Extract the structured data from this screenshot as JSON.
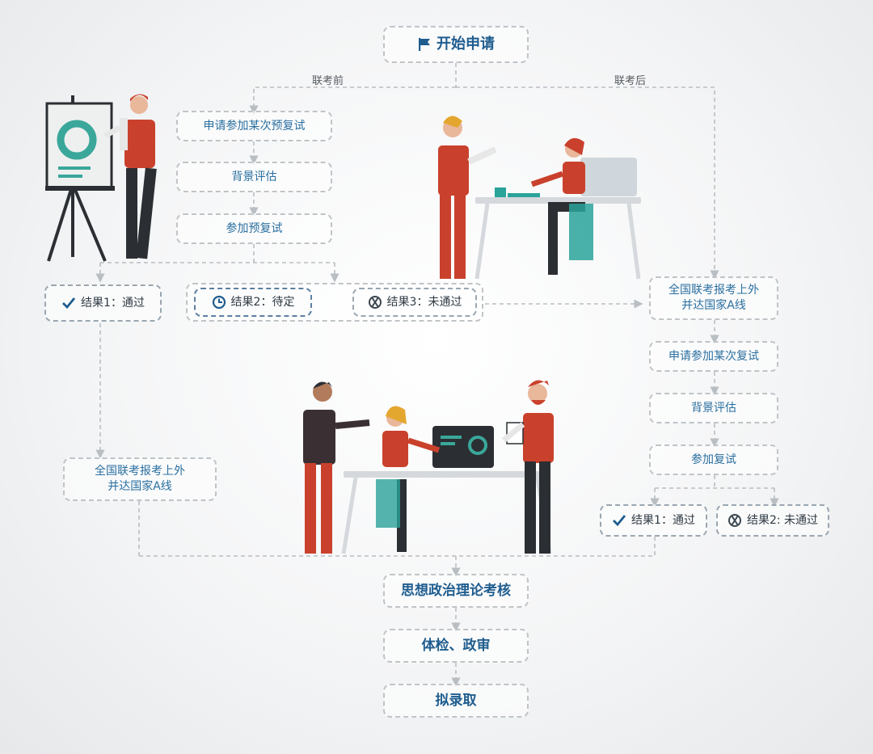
{
  "start": {
    "label": "开始申请",
    "icon": "flag-icon"
  },
  "branch_before": "联考前",
  "branch_after": "联考后",
  "before_path": {
    "apply_pretest": "申请参加某次预复试",
    "background_eval": "背景评估",
    "attend_pretest": "参加预复试",
    "result1": {
      "label": "结果1：通过",
      "icon": "check-icon"
    },
    "result2": {
      "label": "结果2：待定",
      "icon": "clock-icon"
    },
    "result3": {
      "label": "结果3：未通过",
      "icon": "cross-circle-icon"
    },
    "line_a": {
      "line1": "全国联考报考上外",
      "line2": "并达国家A线"
    }
  },
  "after_path": {
    "line_a": {
      "line1": "全国联考报考上外",
      "line2": "并达国家A线"
    },
    "apply_retest": "申请参加某次复试",
    "background_eval": "背景评估",
    "attend_retest": "参加复试",
    "result1": {
      "label": "结果1：通过",
      "icon": "check-icon"
    },
    "result2": {
      "label": "结果2: 未通过",
      "icon": "cross-circle-icon"
    }
  },
  "final_steps": {
    "politics": "思想政治理论考核",
    "physical": "体检、政审",
    "admit": "拟录取"
  },
  "colors": {
    "accent": "#1f5d8f",
    "dash": "#bfc4c8",
    "red": "#c9412c",
    "teal": "#3aa79a"
  }
}
